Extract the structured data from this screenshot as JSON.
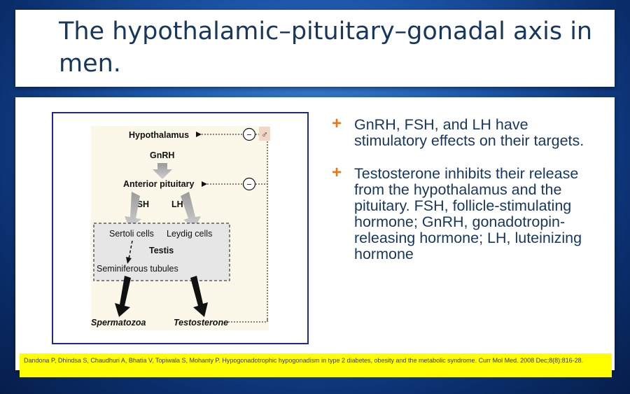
{
  "slide": {
    "title": "The hypothalamic–pituitary–gonadal axis in men.",
    "bullets": [
      "GnRH, FSH, and LH have stimulatory effects on their targets.",
      "Testosterone inhibits their release from the hypothalamus and the pituitary. FSH, follicle-stimulating hormone; GnRH, gonadotropin-releasing hormone; LH, luteinizing hormone"
    ],
    "bullet_marker": "+",
    "citation": "Dandona P, Dhindsa S, Chaudhuri A, Bhatia V, Topiwala S, Mohanty P. Hypogonadotrophic hypogonadism in type 2 diabetes, obesity and the metabolic syndrome. Curr Mol Med. 2008 Dec;8(8):816-28."
  },
  "diagram": {
    "labels": {
      "hypothalamus": "Hypothalamus",
      "gnrh": "GnRH",
      "anterior_pituitary": "Anterior pituitary",
      "fsh": "FSH",
      "lh": "LH",
      "sertoli": "Sertoli cells",
      "leydig": "Leydig cells",
      "testis": "Testis",
      "seminiferous": "Seminiferous tubules",
      "spermatozoa": "Spermatozoa",
      "testosterone": "Testosterone"
    },
    "symbols": {
      "inhibit": "−",
      "male": "♂"
    }
  },
  "colors": {
    "title_text": "#17375e",
    "bullet_marker": "#e8761b",
    "citation_bg": "#ffff00",
    "frame_border": "#1f2a8a",
    "diagram_bg": "#fbf8ea",
    "testis_box": "#e6e6e6"
  }
}
